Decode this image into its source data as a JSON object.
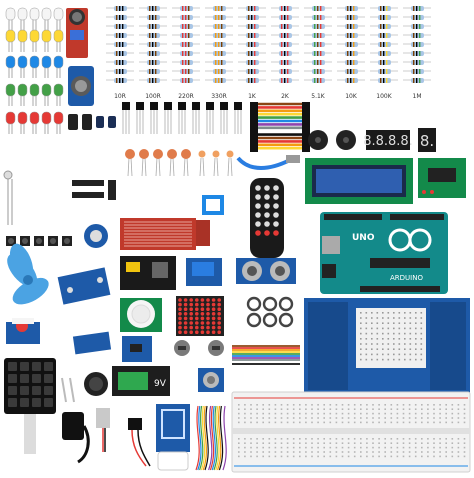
{
  "resistor_labels": [
    "10R",
    "100R",
    "220R",
    "330R",
    "1K",
    "2K",
    "5.1K",
    "10K",
    "100K",
    "1M"
  ],
  "lcd_text": "",
  "seg4_text": "8.8.8.8.",
  "seg1_text": "8.",
  "arduino": {
    "brand": "UNO",
    "model": "ARDUINO"
  },
  "battery_label": "9V",
  "colors": {
    "pcb_blue": "#1e5aa8",
    "pcb_teal": "#138a8a",
    "pcb_red": "#c0392b",
    "fan_blue": "#4ba3e3",
    "led_red": "#e53935",
    "led_green": "#43a047",
    "led_blue": "#1e88e5",
    "led_yellow": "#fdd835"
  }
}
